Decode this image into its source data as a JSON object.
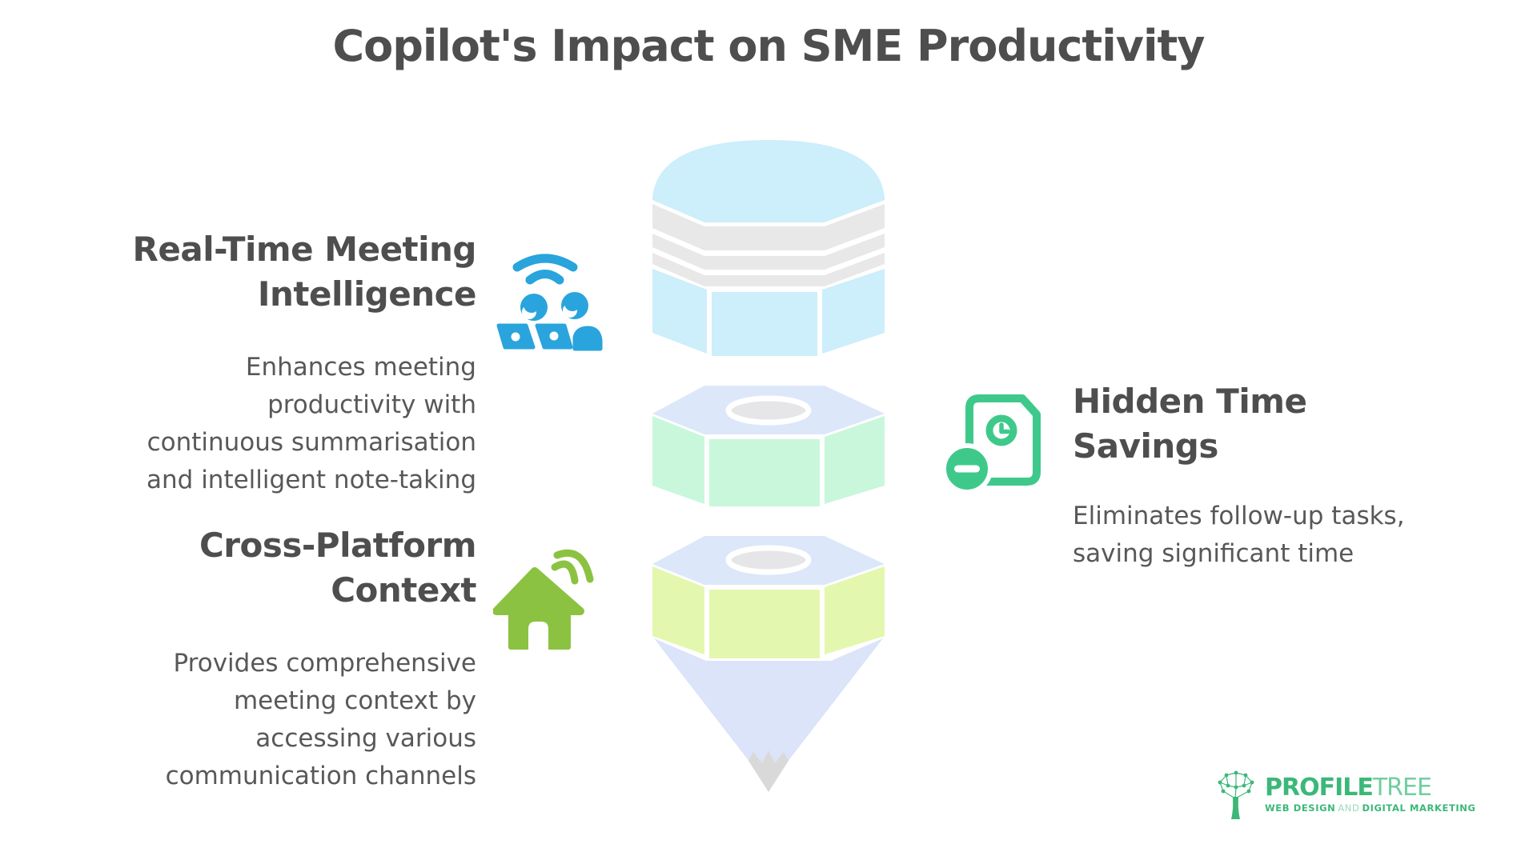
{
  "title": "Copilot's Impact on SME Productivity",
  "sections": {
    "meeting": {
      "heading": "Real-Time Meeting\nIntelligence",
      "body": "Enhances meeting\nproductivity with\ncontinuous summarisation\nand intelligent note-taking",
      "icon": "meeting-people-wifi-icon",
      "icon_color": "#2aa4dc"
    },
    "cross_platform": {
      "heading": "Cross-Platform\nContext",
      "body": "Provides comprehensive\nmeeting context by\naccessing various\ncommunication channels",
      "icon": "smart-home-wifi-icon",
      "icon_color": "#8cc241"
    },
    "hidden_time": {
      "heading": "Hidden Time\nSavings",
      "body": "Eliminates follow-up tasks,\nsaving significant time",
      "icon": "document-clock-minus-icon",
      "icon_color": "#3ec98b"
    }
  },
  "funnel": {
    "kind": "layered-funnel-stack",
    "colors": {
      "dome": "#cdeefb",
      "band": "#e8e8e8",
      "prism": "#cdeefb",
      "nut_top": "#dde7fa",
      "hole": "#e6e6e8",
      "hole_ring": "#ffffff",
      "mid_faces": "#c9f7db",
      "bottom_faces": "#e4f7ae",
      "cone": "#dbe4f9",
      "arrow": "#d9d9d9"
    }
  },
  "logo": {
    "brand_bold": "PROFILE",
    "brand_light": "TREE",
    "tagline_web": "WEB DESIGN",
    "tagline_and": "AND",
    "tagline_digital": "DIGITAL MARKETING",
    "color": "#3bb878"
  }
}
